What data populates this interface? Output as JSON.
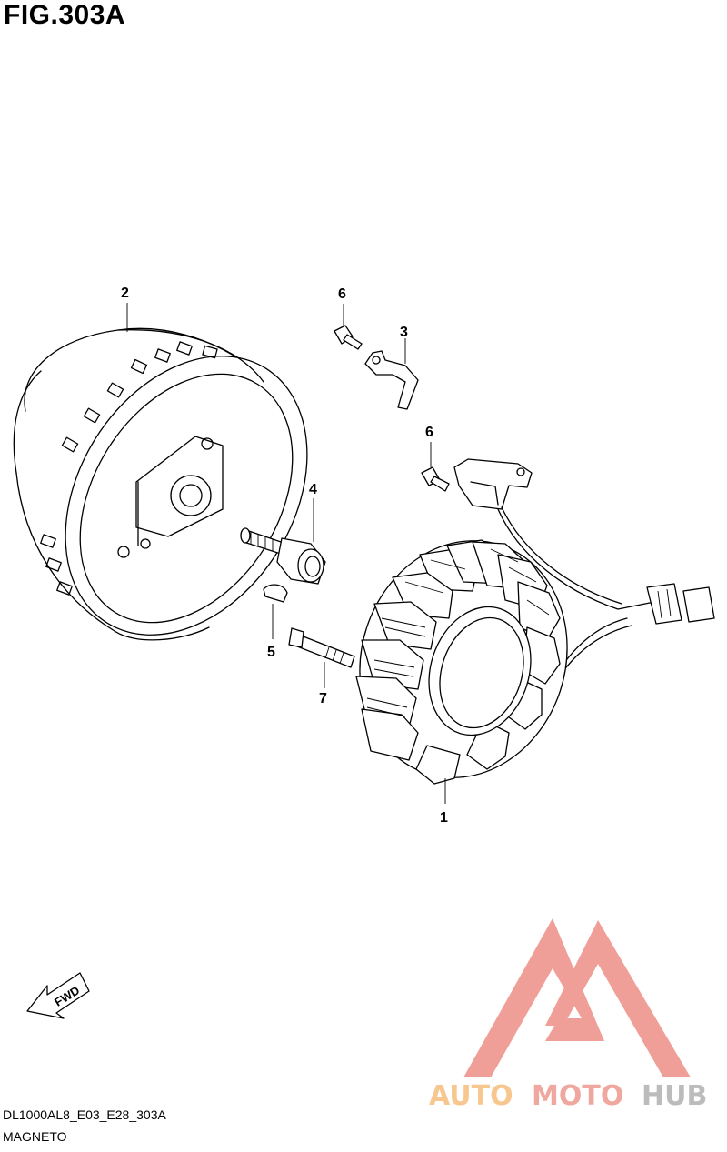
{
  "figure": {
    "title": "FIG.303A"
  },
  "footer": {
    "model_code": "DL1000AL8_E03_E28_303A",
    "section_name": "MAGNETO"
  },
  "callouts": [
    {
      "id": "1",
      "label": "1"
    },
    {
      "id": "2",
      "label": "2"
    },
    {
      "id": "3",
      "label": "3"
    },
    {
      "id": "4",
      "label": "4"
    },
    {
      "id": "5",
      "label": "5"
    },
    {
      "id": "6a",
      "label": "6"
    },
    {
      "id": "6b",
      "label": "6"
    },
    {
      "id": "7",
      "label": "7"
    }
  ],
  "fwd_arrow": {
    "label": "FWD"
  },
  "watermark": {
    "part1": "AUTO",
    "part2": "MOTO",
    "part3": "HUB",
    "color_auto": "#f7c58a",
    "color_moto": "#f0a39a",
    "color_hub": "#b9b9b9",
    "logo_color": "#ef9a92"
  }
}
